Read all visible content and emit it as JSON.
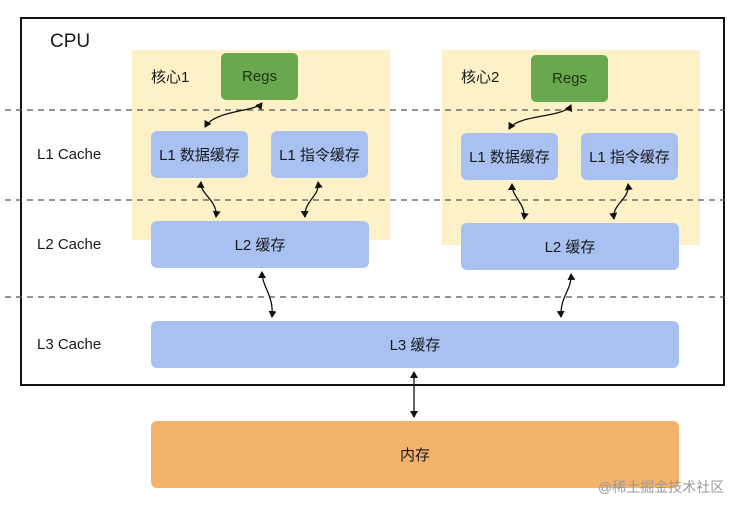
{
  "cpu": {
    "label": "CPU"
  },
  "levels": {
    "l1": "L1 Cache",
    "l2": "L2 Cache",
    "l3": "L3 Cache"
  },
  "cores": [
    {
      "label": "核心1",
      "regs": "Regs",
      "l1_data": "L1 数据缓存",
      "l1_inst": "L1 指令缓存",
      "l2": "L2 缓存"
    },
    {
      "label": "核心2",
      "regs": "Regs",
      "l1_data": "L1 数据缓存",
      "l1_inst": "L1 指令缓存",
      "l2": "L2 缓存"
    }
  ],
  "l3": {
    "label": "L3 缓存"
  },
  "memory": {
    "label": "内存"
  },
  "watermark": "@稀土掘金技术社区",
  "colors": {
    "core_background": "#fdf1c8",
    "regs": "#6aa84f",
    "cache": "#a8c1f0",
    "memory": "#f5b26b",
    "cpu_border": "#111111"
  }
}
